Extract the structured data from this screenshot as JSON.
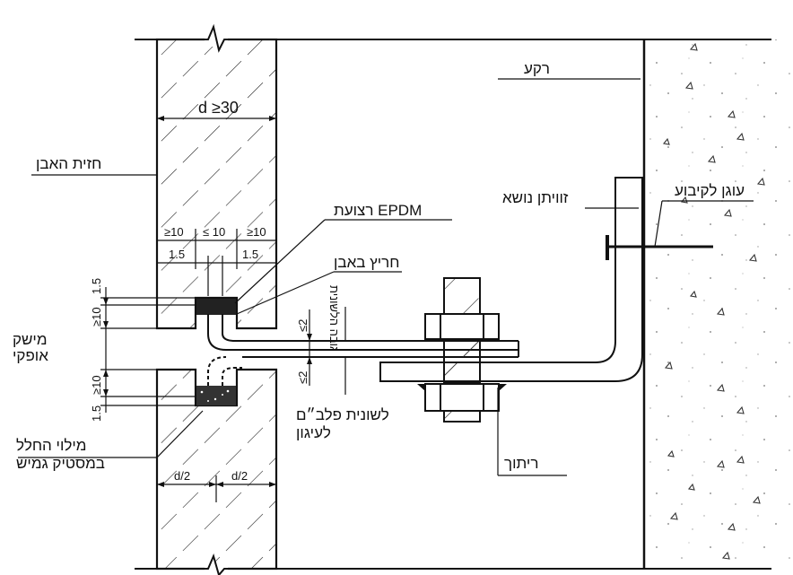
{
  "labels": {
    "substrate": "רקע",
    "stone_cladding": "חזית האבן",
    "epdm_strip": "רצועת EPDM",
    "stone_groove": "חריץ באבן",
    "tongue_height": "גובה הלשונית",
    "carrier_angle": "זוויתן נושא",
    "anchor": "עוגן לקיבוע",
    "horizontal_joint": "מישק אופקי",
    "galvanized_tongue": "לשונית פלב״ם לעיגון",
    "weld": "ריתוך",
    "cavity_fill": "מילוי החלל במסטיק גמיש"
  },
  "dimensions": {
    "thickness": "d ≥30",
    "groove_left": "≥10",
    "groove_width": "≤ 10",
    "groove_right": "≥10",
    "offset_left": "1.5",
    "offset_right": "1.5",
    "top_lip": "1.5",
    "upper_edge": "≥10",
    "lower_edge": "≥10",
    "bottom_lip": "1.5",
    "gap_top": "≤2",
    "gap_bottom": "≤2",
    "half_left": "d/2",
    "half_right": "d/2"
  }
}
